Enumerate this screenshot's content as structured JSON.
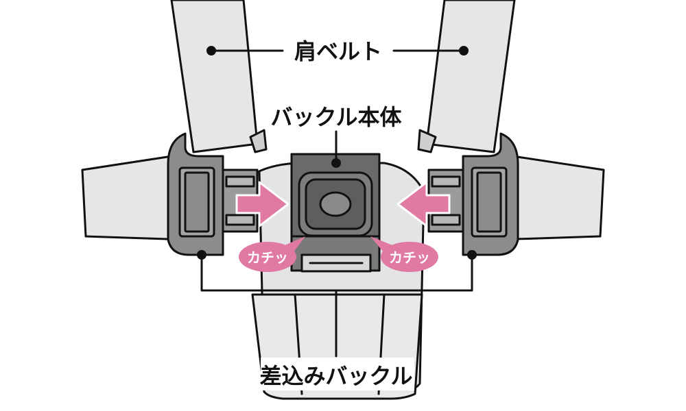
{
  "labels": {
    "shoulder_belt": "肩ベルト",
    "buckle_body": "バックル本体",
    "insert_buckle": "差込みバックル",
    "click_left": "カチッ",
    "click_right": "カチッ"
  },
  "colors": {
    "strap": "#e6e6e6",
    "strap_shade": "#cfcfcf",
    "buckle_body": "#6a6a6a",
    "insert_tongue": "#9b9b9b",
    "pad": "#d9d9d9",
    "arrow_pink": "#e07aa3",
    "bubble_pink": "#e07aa3",
    "line": "#111111"
  },
  "icons": {
    "arrow_left": "arrow-right-icon",
    "arrow_right": "arrow-left-icon"
  }
}
